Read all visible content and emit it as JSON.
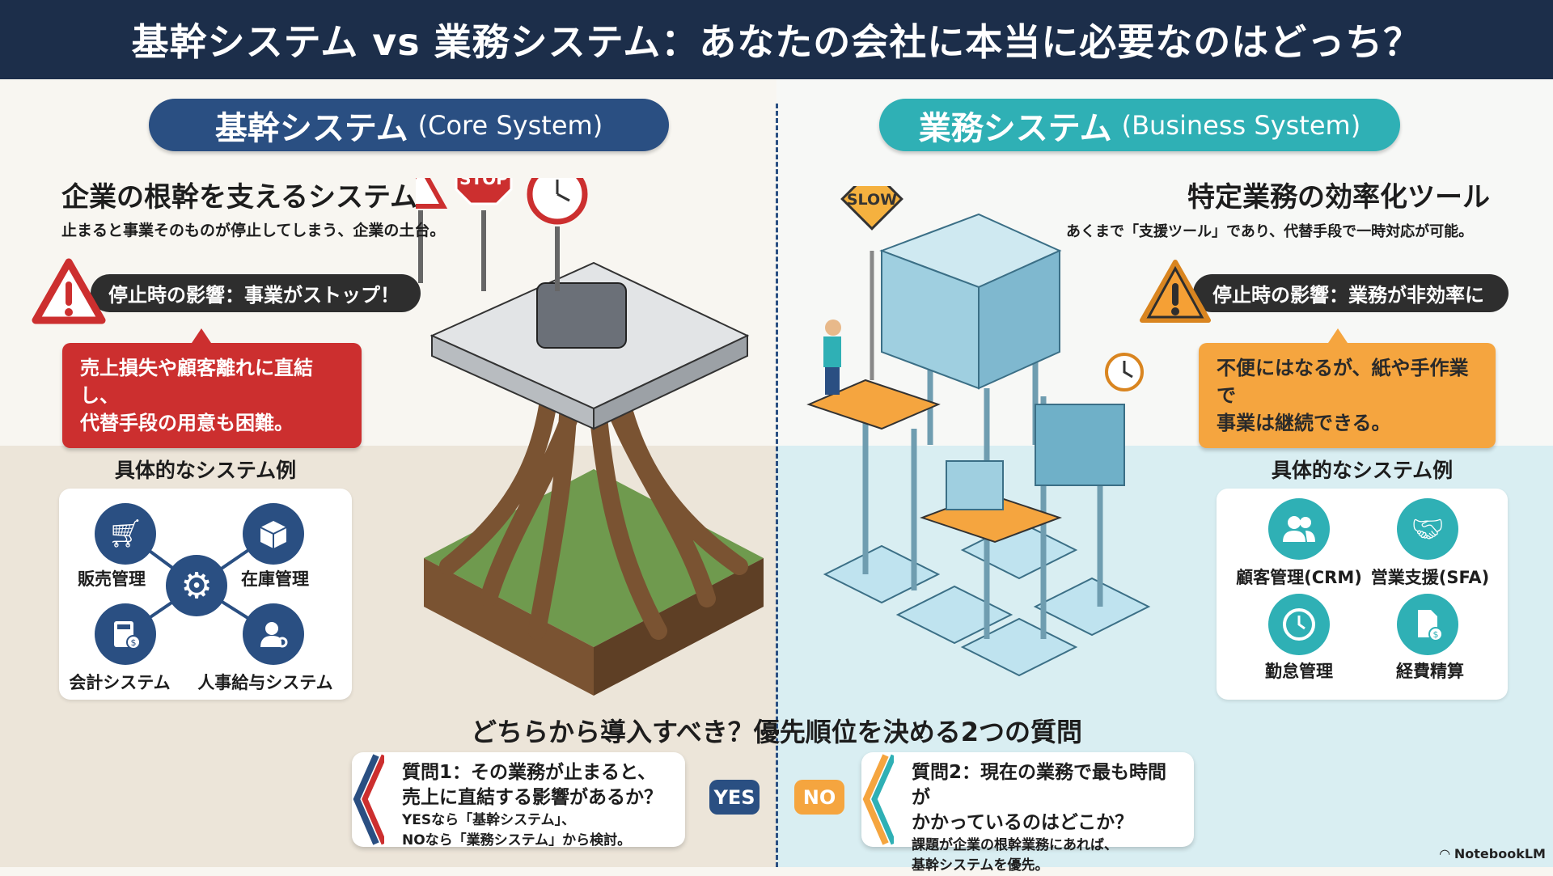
{
  "title": "基幹システム vs 業務システム：あなたの会社に本当に必要なのはどっち？",
  "core": {
    "pill_jp": "基幹システム",
    "pill_en": "(Core System)",
    "heading": "企業の根幹を支えるシステム",
    "subtitle": "止まると事業そのものが停止してしまう、企業の土台。",
    "impact": "停止時の影響：事業がストップ！",
    "impact_detail_1": "売上損失や顧客離れに直結し、",
    "impact_detail_2": "代替手段の用意も困難。",
    "examples_heading": "具体的なシステム例",
    "examples": [
      "販売管理",
      "在庫管理",
      "会計システム",
      "人事給与システム"
    ],
    "sign_label": "STOP",
    "color": "#2a4f82"
  },
  "business": {
    "pill_jp": "業務システム",
    "pill_en": "(Business System)",
    "heading": "特定業務の効率化ツール",
    "subtitle": "あくまで「支援ツール」であり、代替手段で一時対応が可能。",
    "impact": "停止時の影響：業務が非効率に",
    "impact_detail_1": "不便にはなるが、紙や手作業で",
    "impact_detail_2": "事業は継続できる。",
    "examples_heading": "具体的なシステム例",
    "examples": [
      "顧客管理(CRM)",
      "営業支援(SFA)",
      "勤怠管理",
      "経費精算"
    ],
    "sign_label": "SLOW",
    "color": "#2fb0b5"
  },
  "questions": {
    "heading": "どちらから導入すべき？優先順位を決める2つの質問",
    "q1": {
      "line1": "質問1：その業務が止まると、",
      "line2": "売上に直結する影響があるか？",
      "note1": "YESなら「基幹システム」、",
      "note2": "NOなら「業務システム」から検討。"
    },
    "yes": "YES",
    "no": "NO",
    "q2": {
      "line1": "質問2：現在の業務で最も時間が",
      "line2": "かかっているのはどこか？",
      "note1": "課題が企業の根幹業務にあれば、",
      "note2": "基幹システムを優先。"
    }
  },
  "watermark": "NotebookLM"
}
